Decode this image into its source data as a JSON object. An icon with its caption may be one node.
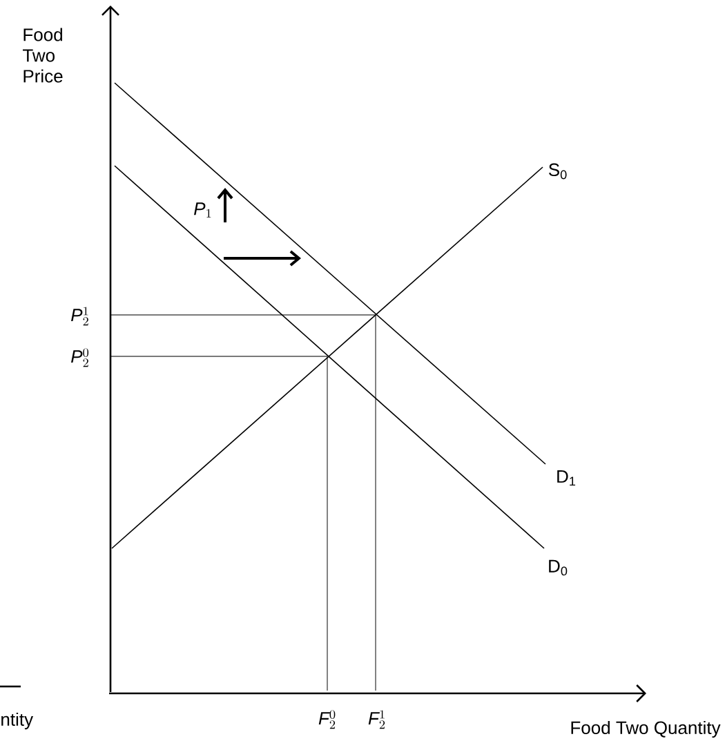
{
  "diagram": {
    "labels": [
      "Food Two Price",
      "\\mathit{P}_{1}",
      "S$_{0}$",
      "\\mathit{P}_{2}^{1}",
      "\\mathit{P}_{2}^{0}",
      "D$_{1}$",
      "D$_{0}$",
      "ntity",
      "\\mathit{F}_{2}^{0}",
      "\\mathit{F}_{2}^{1}",
      "Food Two Quantity"
    ]
  }
}
